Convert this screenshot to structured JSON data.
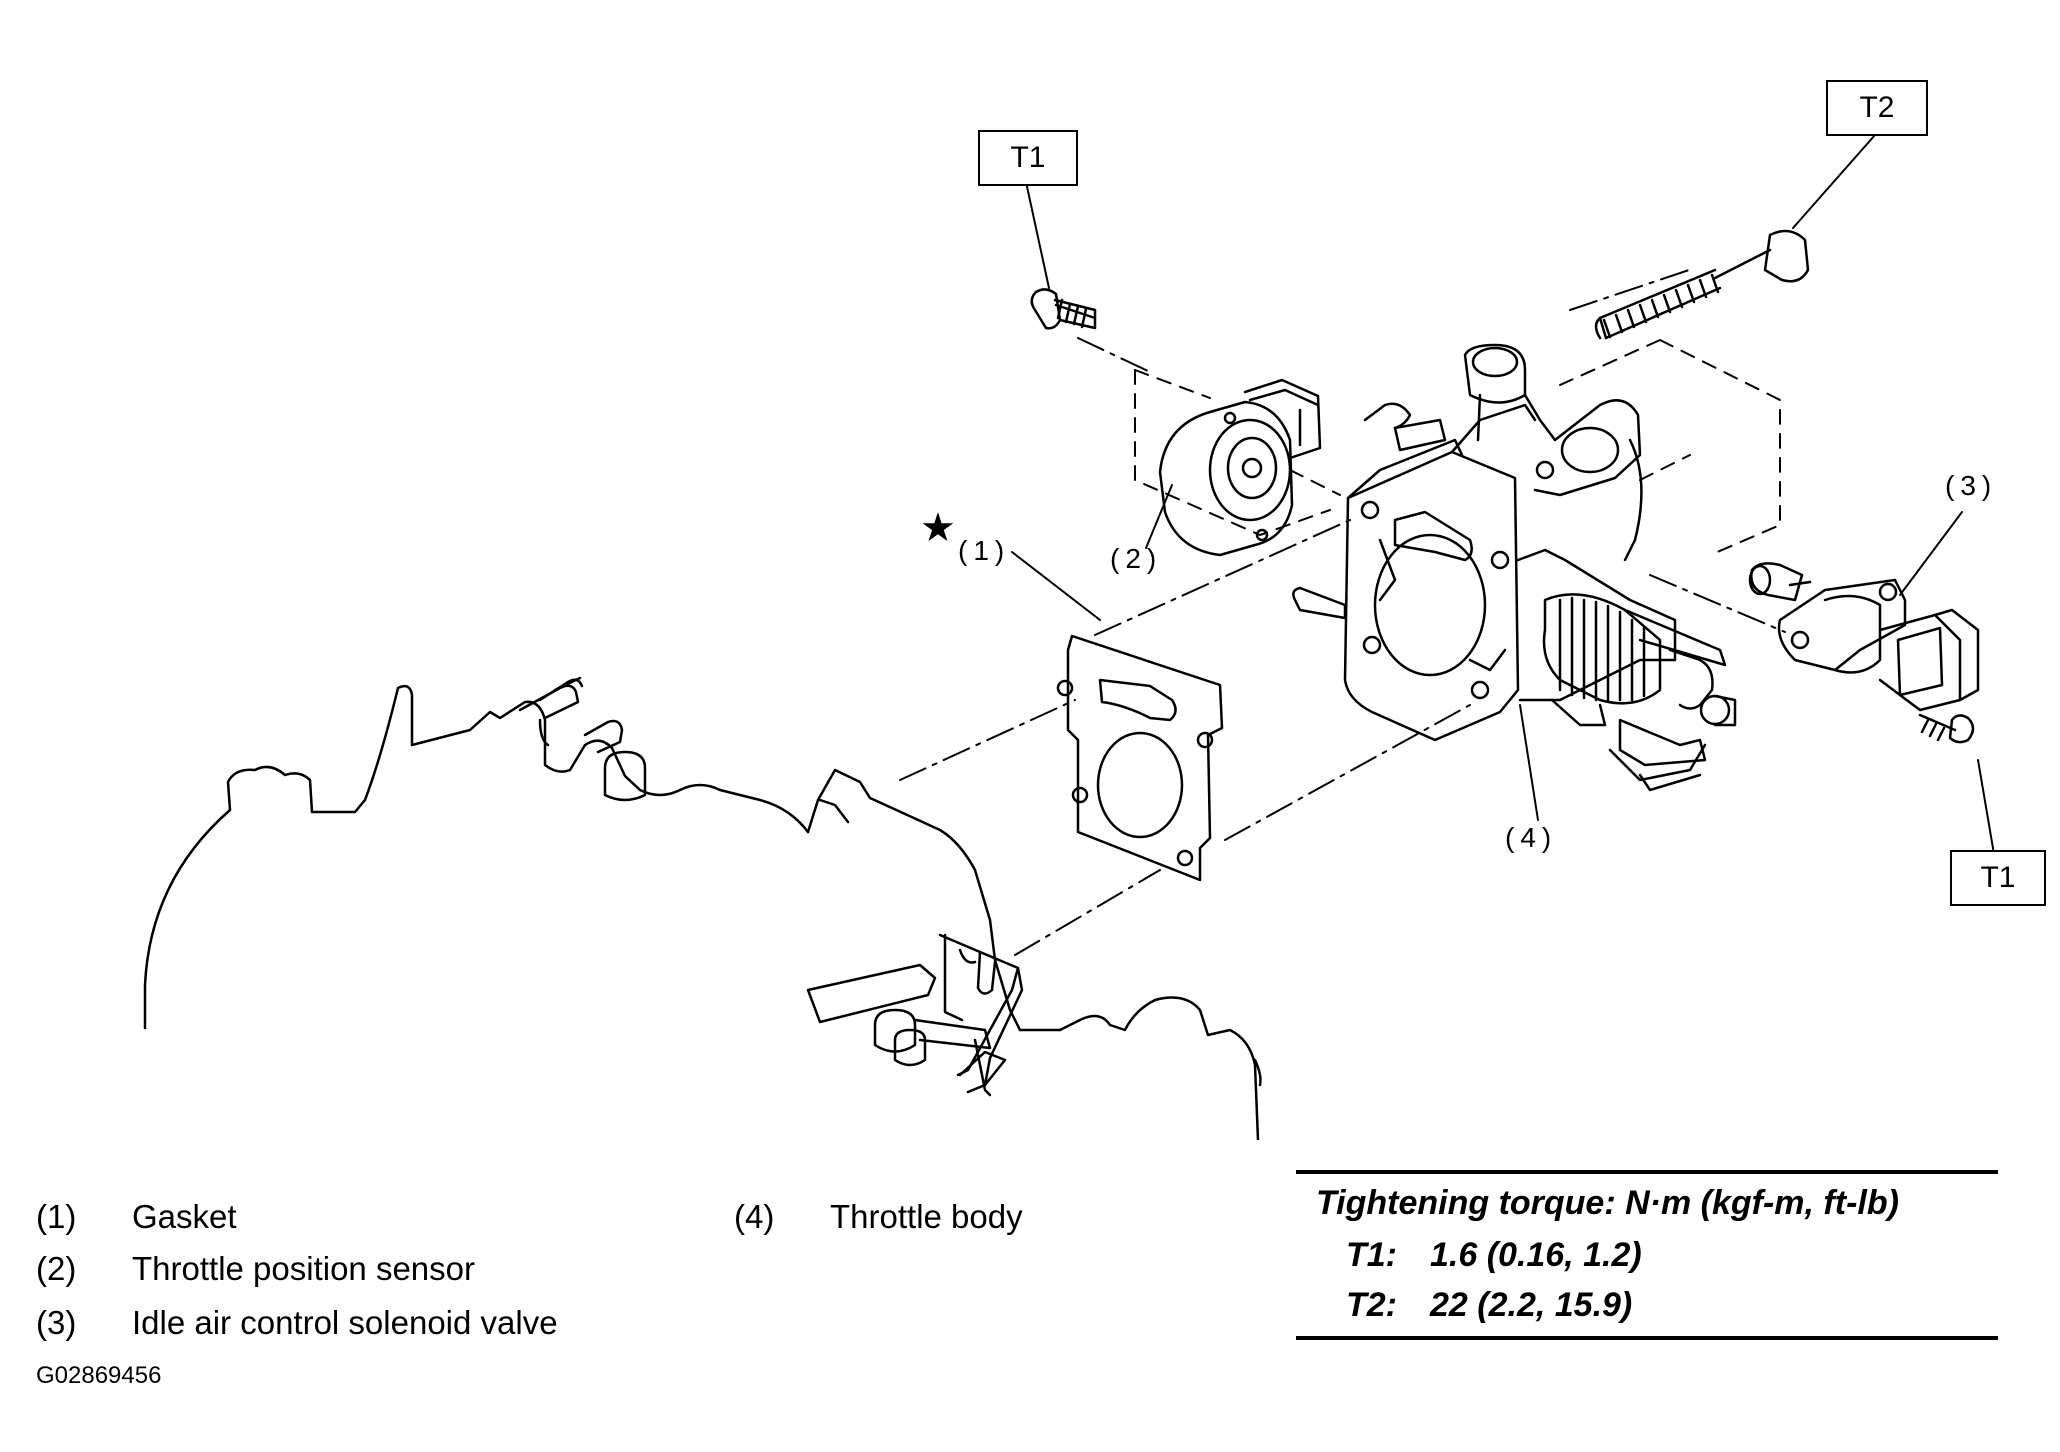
{
  "callouts": {
    "t1_top": "T1",
    "t2_top": "T2",
    "t1_right": "T1"
  },
  "part_labels": {
    "p1": "(1)",
    "p2": "(2)",
    "p3": "(3)",
    "p4": "(4)"
  },
  "star_mark": "★",
  "legend": [
    {
      "num": "(1)",
      "name": "Gasket"
    },
    {
      "num": "(2)",
      "name": "Throttle position sensor"
    },
    {
      "num": "(3)",
      "name": "Idle air control solenoid valve"
    },
    {
      "num": "(4)",
      "name": "Throttle body"
    }
  ],
  "torque": {
    "title": "Tightening torque: N·m (kgf-m, ft-lb)",
    "rows": [
      {
        "key": "T1:",
        "value": "1.6 (0.16, 1.2)"
      },
      {
        "key": "T2:",
        "value": "22 (2.2, 15.9)"
      }
    ]
  },
  "figure_id": "G02869456"
}
